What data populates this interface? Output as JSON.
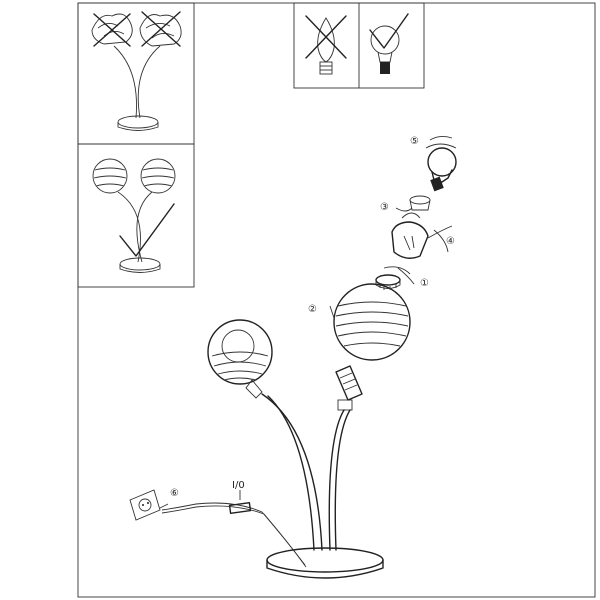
{
  "steps": [
    {
      "id": 1,
      "glyph": "①"
    },
    {
      "id": 2,
      "glyph": "②"
    },
    {
      "id": 3,
      "glyph": "③"
    },
    {
      "id": 4,
      "glyph": "④"
    },
    {
      "id": 5,
      "glyph": "⑤"
    },
    {
      "id": 6,
      "glyph": "⑥"
    }
  ],
  "switch_label": "I/0",
  "panels": {
    "wrong_shade": "cross-mark",
    "right_shade": "check-mark",
    "wrong_bulb": "cross-mark",
    "right_bulb": "check-mark"
  },
  "colors": {
    "ink": "#222222",
    "background": "#ffffff"
  }
}
